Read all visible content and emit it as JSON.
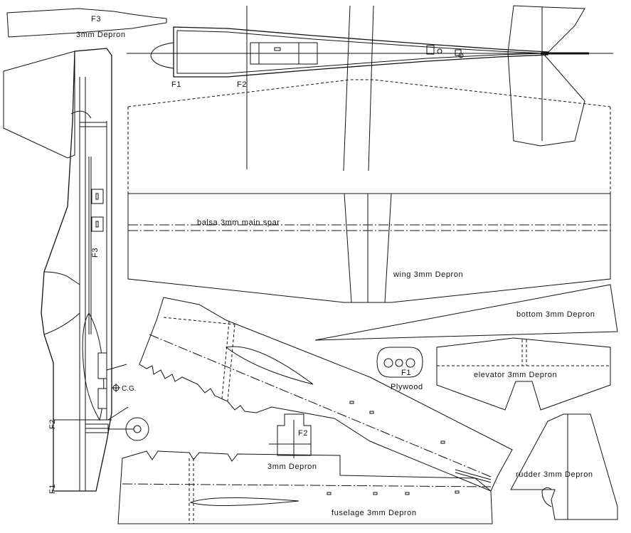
{
  "labels": {
    "f3_part": "F3",
    "f3_material": "3mm Depron",
    "f1_top": "F1",
    "f2_top": "F2",
    "main_spar": "balsa 3mm main spar",
    "wing": "wing 3mm Depron",
    "bottom": "bottom 3mm Depron",
    "plywood_part": "F1",
    "plywood": "Plywood",
    "elevator": "elevator 3mm Depron",
    "f2_part": "F2",
    "f2_material": "3mm Depron",
    "rudder": "rudder 3mm Depron",
    "fuselage": "fuselage 3mm Depron",
    "side_f3": "F3",
    "side_f2": "F2",
    "side_f1": "F1",
    "cg": "C.G."
  }
}
